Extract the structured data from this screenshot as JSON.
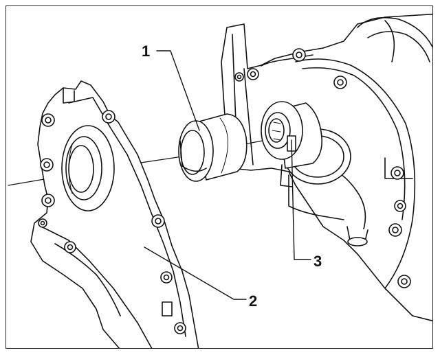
{
  "callouts": [
    {
      "id": "1",
      "label": "1"
    },
    {
      "id": "2",
      "label": "2"
    },
    {
      "id": "3",
      "label": "3"
    }
  ],
  "colors": {
    "line": "#111111",
    "fill": "#ffffff",
    "frame": "#222222"
  }
}
